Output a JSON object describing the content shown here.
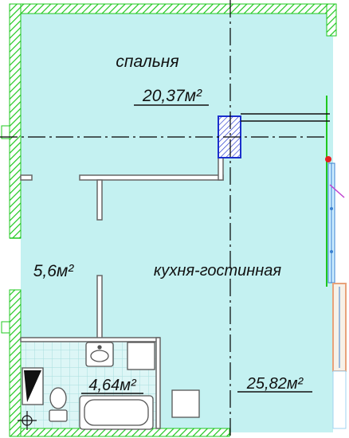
{
  "plan": {
    "rooms": [
      {
        "id": "bedroom",
        "name": "спальня",
        "area": "20,37м²"
      },
      {
        "id": "living",
        "name": "кухня-гостинная",
        "area": "25,82м²"
      },
      {
        "id": "hall",
        "name": "",
        "area": "5,6м²"
      },
      {
        "id": "bath",
        "name": "",
        "area": "4,64м²"
      }
    ]
  },
  "colors": {
    "floor": "#c4f1f1",
    "wall_outer": "#1fc81f",
    "wall_inner": "#777777",
    "tile": "#a8dede",
    "column": "#1b2fcc",
    "window": "#e8a27a",
    "axis": "#000000"
  }
}
